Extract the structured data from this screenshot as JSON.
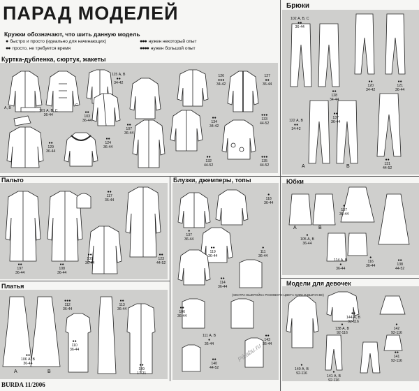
{
  "title": "ПАРАД МОДЕЛЕЙ",
  "legend": {
    "heading": "Кружки обозначают, что шить данную модель",
    "items": [
      {
        "dots": "●",
        "text": "быстро и просто (идеально для начинающих)"
      },
      {
        "dots": "●●",
        "text": "просто, не требуется время"
      },
      {
        "dots": "●●●",
        "text": "нужен некоторый опыт"
      },
      {
        "dots": "●●●●",
        "text": "нужен большой опыт"
      }
    ]
  },
  "sections": {
    "jackets": "Куртка-дубленка, сюртук, жакеты",
    "trousers": "Брюки",
    "coats": "Пальто",
    "blouses": "Блузки, джемперы, топы",
    "skirts": "Юбки",
    "dresses": "Платья",
    "girls": "Модели для девочек"
  },
  "labels": {
    "jackets": [
      "А, В",
      "С",
      "101 А, В, С\n36-44",
      "●●\n103\n36-44",
      "115 А, В\n●●\n34-42",
      "●●\n107\n36-44",
      "126\n●●●\n34-42",
      "127\n●●\n36-44",
      "●●\n129\n36-44",
      "●●\n124\n36-44",
      "●●\n134\n34-42",
      "●●\n132\n44-52",
      "●●●\n133\n44-52",
      "●●●\n135\n44-52"
    ],
    "trousers": [
      "102 А, В, С\n●●\n36-44",
      "●●\n128\n34-44",
      "●●\n120\n34-42",
      "●●\n121\n36-44",
      "122 А, В\n●●\n34-42",
      "●●\n137\n36-44",
      "●●\n131\n44-52",
      "А",
      "В"
    ],
    "coats": [
      "●●\n117\n36-44",
      "●●\n197\n36-44",
      "●●\n108\n36-44",
      "●●\n139\n36-44",
      "●●\n123\n44-52"
    ],
    "blouses": [
      "●\n118\n36-44",
      "●\n137\n36-44",
      "●●\n119\n36-44",
      "●\n111\n36-44",
      "●●\n114\n36-44",
      "●●\n106\n36-44",
      "111 А, В\n●\n36-44",
      "●●\n140\n44-52",
      "●●\n143\n36-44"
    ],
    "skirts": [
      "А",
      "В",
      "●\n105 А, В\n36-44",
      "●\n137\n36-44",
      "114 А, В\n●\n36-44",
      "●\n116\n36-44",
      "●●\n138\n44-52"
    ],
    "dresses": [
      "●●●\n112\n36-44",
      "●●\n106 А, В\n36-44",
      "А",
      "В",
      "●●\n110\n36-44",
      "●●\n113\n36-44",
      "●●\n139\n17-21"
    ],
    "girls": [
      "●●\n144 А, В\n92-116",
      "●\n138 А, В\n92-116",
      "●\n142\n92-116",
      "●●\n141\n92-116",
      "●\n140 А, В\n92-116",
      "●\n141 А, В\n92-116"
    ]
  },
  "pattern_note": "(ЭКСТРА-ВЫКРОЙКА\nРОЗОВОГО ЦВЕТА КУРС\nВ ВЫПУСКЕ)",
  "footer": "BURDA 11/2006",
  "watermark": "Pikabu.ru"
}
